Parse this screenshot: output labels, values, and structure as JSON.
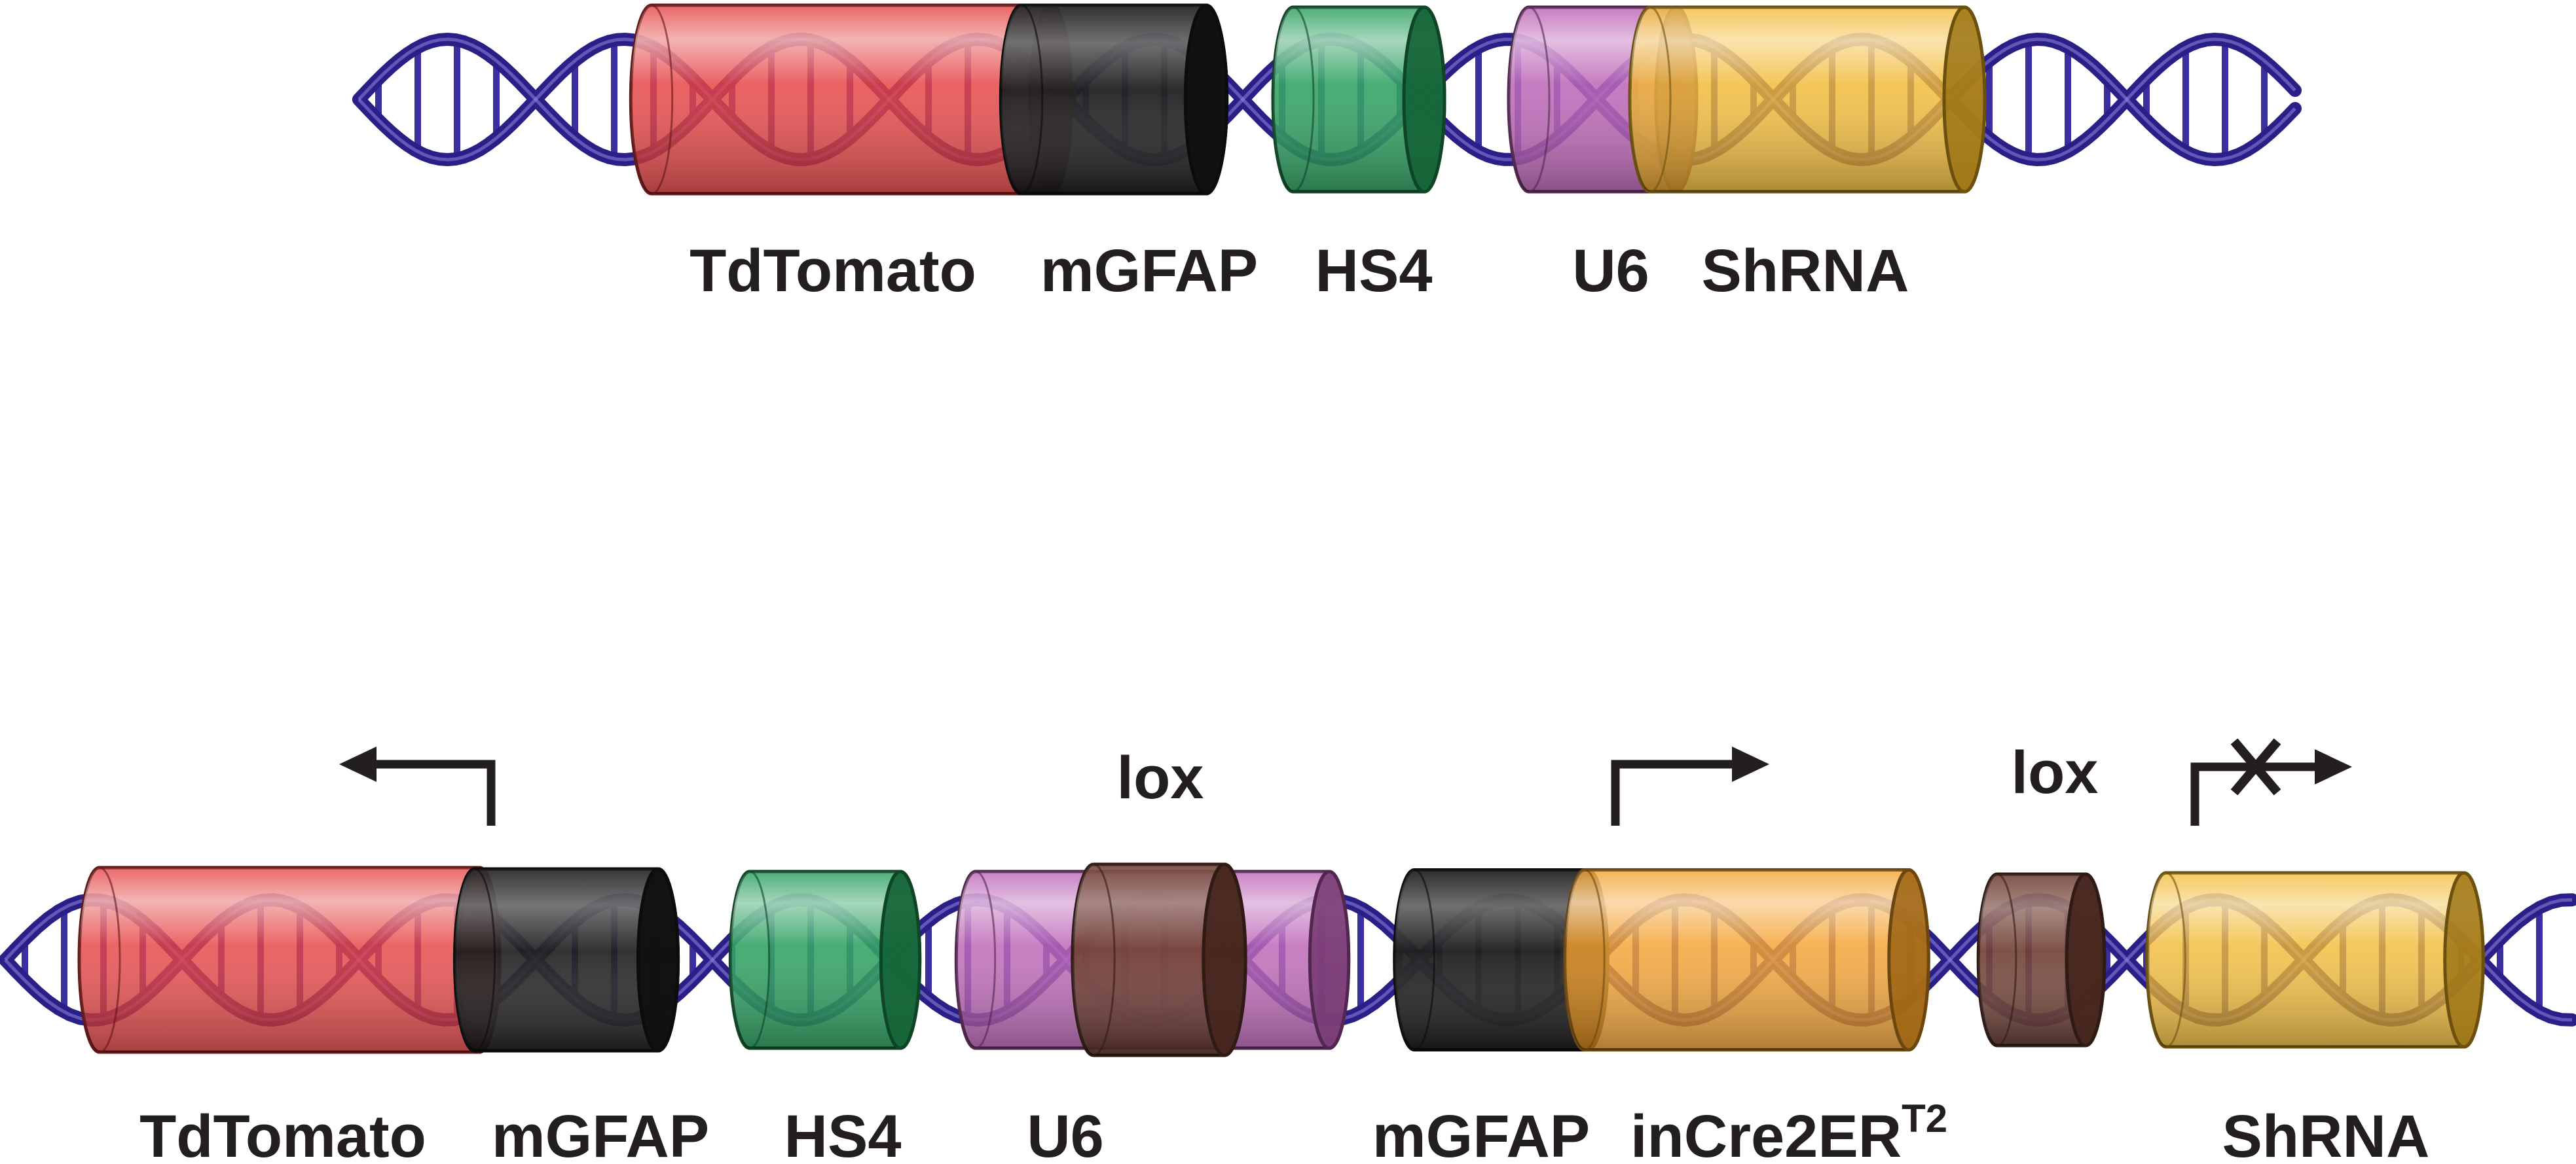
{
  "colors": {
    "dna_backbone": "#2a1f86",
    "dna_rungs": "#3a2f9e",
    "tdtomato": "#e3302f",
    "mgfap": "#1a1a1a",
    "hs4": "#1f9a55",
    "u6": "#b657b0",
    "lox": "#6b3a2e",
    "shrna": "#f0b21e",
    "incre": "#f29a1f",
    "arrow": "#231f20"
  },
  "top_construct": {
    "labels": {
      "tdtomato": "TdTomato",
      "mgfap": "mGFAP",
      "hs4": "HS4",
      "u6": "U6",
      "shrna": "ShRNA"
    }
  },
  "bottom_construct": {
    "labels": {
      "tdtomato": "TdTomato",
      "mgfap": "mGFAP",
      "hs4": "HS4",
      "u6": "U6",
      "mgfap2": "mGFAP",
      "incre": "inCre2ER",
      "incre_sup": "T2",
      "shrna": "ShRNA",
      "lox1": "lox",
      "lox2": "lox"
    },
    "promoter_arrows": [
      {
        "name": "mgfap-reverse-promoter-arrow",
        "direction": "left",
        "blocked": false
      },
      {
        "name": "mgfap-forward-promoter-arrow",
        "direction": "right",
        "blocked": false
      },
      {
        "name": "u6-blocked-promoter-arrow",
        "direction": "right",
        "blocked": true
      }
    ]
  }
}
